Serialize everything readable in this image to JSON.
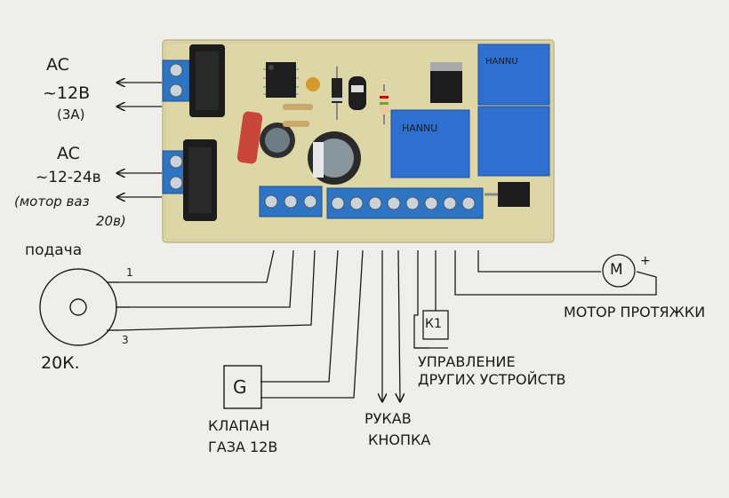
{
  "labels": {
    "ac1_title": "AC",
    "ac1_voltage": "~12В",
    "ac1_current": "(3А)",
    "ac2_title": "AC",
    "ac2_voltage": "~12-24в",
    "ac2_note_line1": "(мотор ваз",
    "ac2_note_line2": "20в)",
    "feed_title": "подача",
    "pot_value": "20К.",
    "pot_pin1": "1",
    "pot_pin3": "3",
    "valve_symbol": "G",
    "valve_line1": "КЛАПАН",
    "valve_line2": "ГАЗА 12В",
    "sleeve_line1": "РУКАВ",
    "sleeve_line2": "КНОПКА",
    "relay_symbol": "К1",
    "control_line1": "УПРАВЛЕНИЕ",
    "control_line2": "ДРУГИХ УСТРОЙСТВ",
    "motor_symbol": "М",
    "motor_plus": "+",
    "motor_label": "МОТОР ПРОТЯЖКИ"
  },
  "relay_marking": "HANNU",
  "colors": {
    "pcb": "#ddd7a8",
    "terminal_blue": "#2d74c4",
    "relay_blue": "#2f6fd0",
    "heatsink": "#1c1c1c",
    "ink": "#1a1a1a"
  }
}
